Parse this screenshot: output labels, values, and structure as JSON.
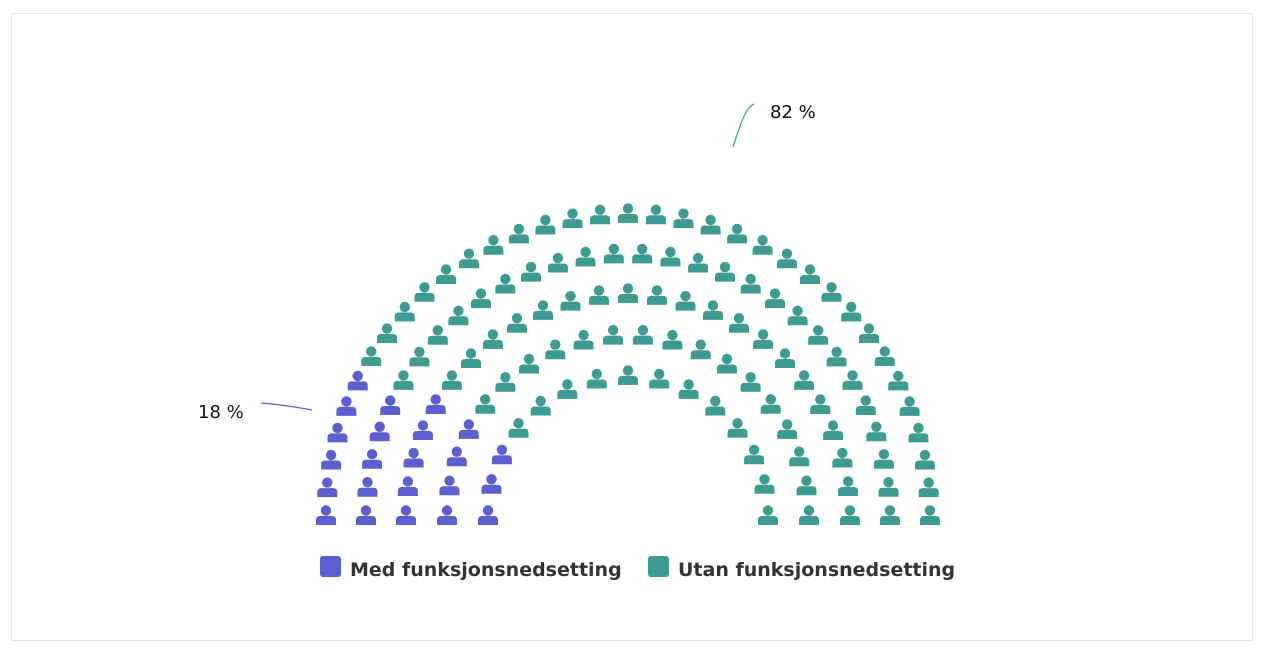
{
  "chart_data": {
    "type": "item",
    "series": [
      {
        "name": "Med funksjonsnedsetting",
        "value": 18,
        "label": "18 %",
        "color": "#5b5fcf",
        "icon": "person-icon"
      },
      {
        "name": "Utan funksjonsnedsetting",
        "value": 82,
        "label": "82 %",
        "color": "#3d9b91",
        "icon": "person-icon"
      }
    ],
    "legend": {
      "placement": "bottom-center"
    },
    "total_items": 125
  }
}
